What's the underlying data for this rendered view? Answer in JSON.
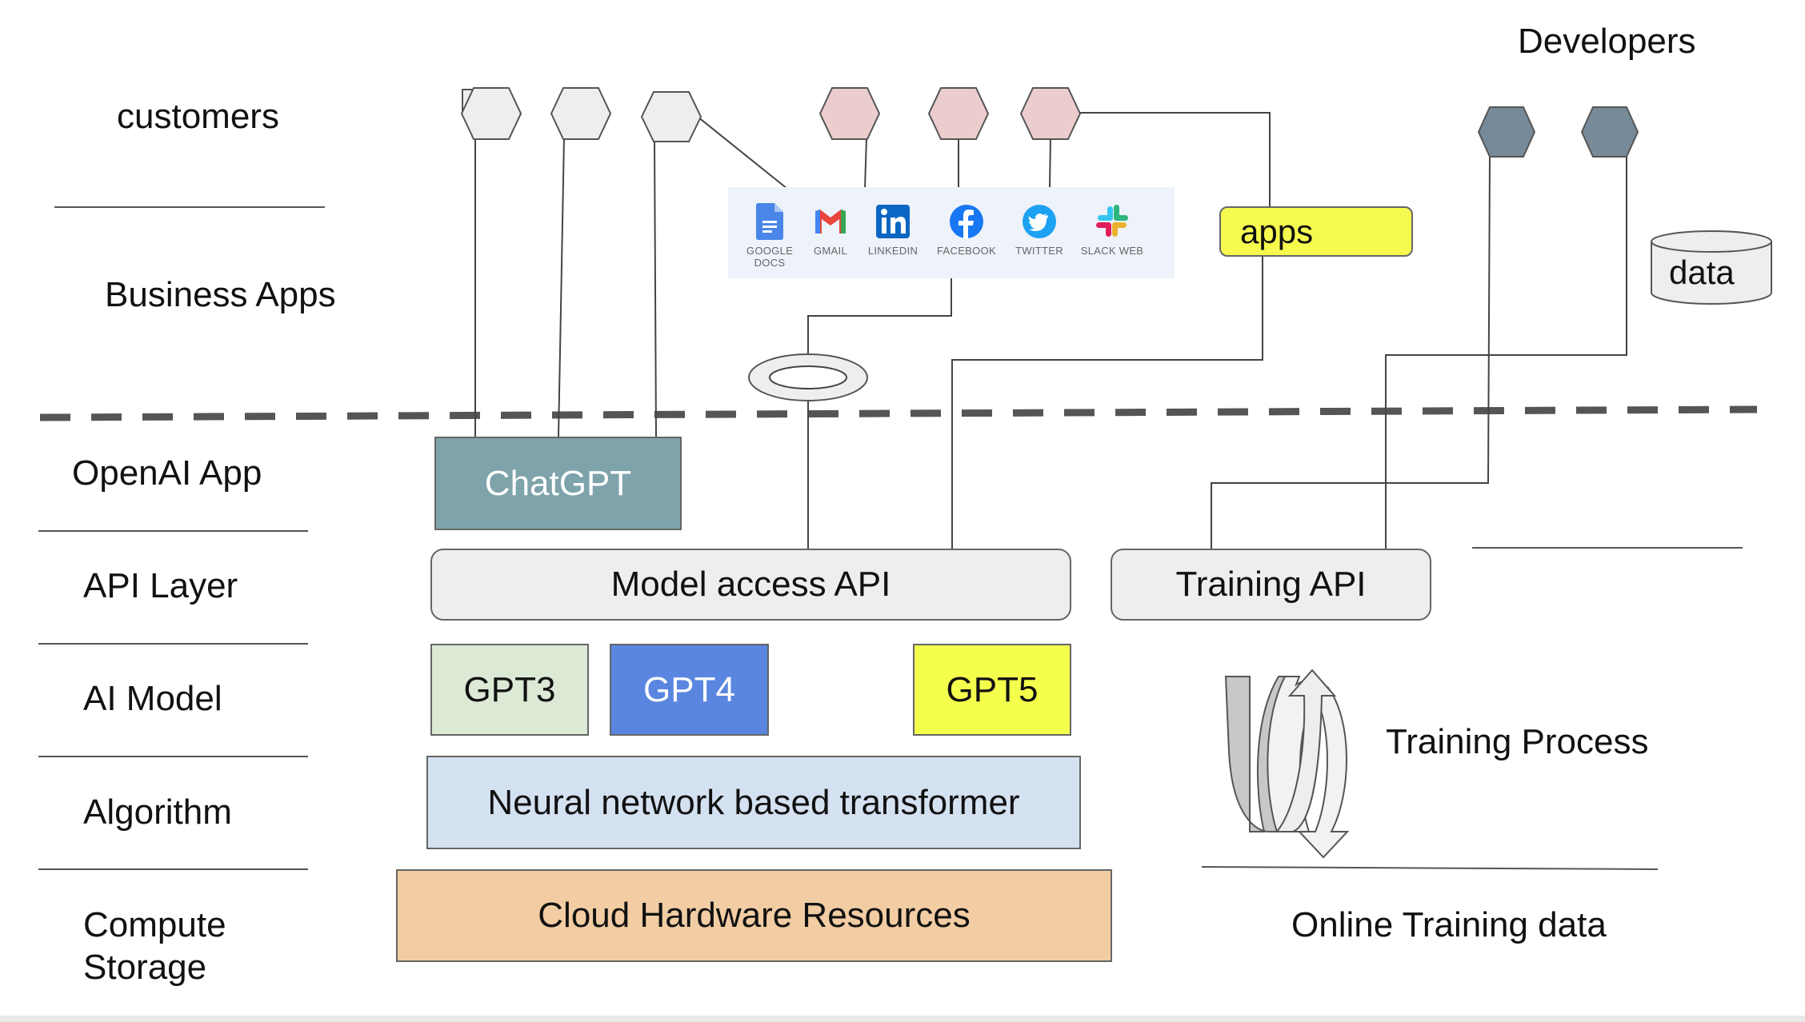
{
  "layers": {
    "customers": "customers",
    "business_apps": "Business Apps",
    "openai_app": "OpenAI App",
    "api_layer": "API Layer",
    "ai_model": "AI Model",
    "algorithm": "Algorithm",
    "compute_storage_line1": "Compute",
    "compute_storage_line2": "Storage"
  },
  "developers": "Developers",
  "apps_box": "apps",
  "data_store": "data",
  "chatgpt": "ChatGPT",
  "model_access_api": "Model access API",
  "training_api": "Training API",
  "models": {
    "gpt3": "GPT3",
    "gpt4": "GPT4",
    "gpt5": "GPT5"
  },
  "algorithm_box": "Neural network based transformer",
  "compute_box": "Cloud Hardware Resources",
  "training_process": "Training Process",
  "online_training_data": "Online Training data",
  "business_app_icons": [
    {
      "label": "GOOGLE DOCS",
      "icon": "google-docs-icon"
    },
    {
      "label": "GMAIL",
      "icon": "gmail-icon"
    },
    {
      "label": "LINKEDIN",
      "icon": "linkedin-icon"
    },
    {
      "label": "FACEBOOK",
      "icon": "facebook-icon"
    },
    {
      "label": "TWITTER",
      "icon": "twitter-icon"
    },
    {
      "label": "SLACK WEB",
      "icon": "slack-icon"
    }
  ],
  "colors": {
    "chatgpt": "#7ea3ab",
    "gpt3": "#dce9d5",
    "gpt4": "#5a86e0",
    "gpt5": "#f4ff4d",
    "algorithm": "#d4e1f1",
    "compute": "#f2cda3",
    "apps": "#f6fa4e",
    "customer_hex": "#eeeeee",
    "business_hex": "#eccdcd",
    "developer_hex": "#778a99"
  }
}
